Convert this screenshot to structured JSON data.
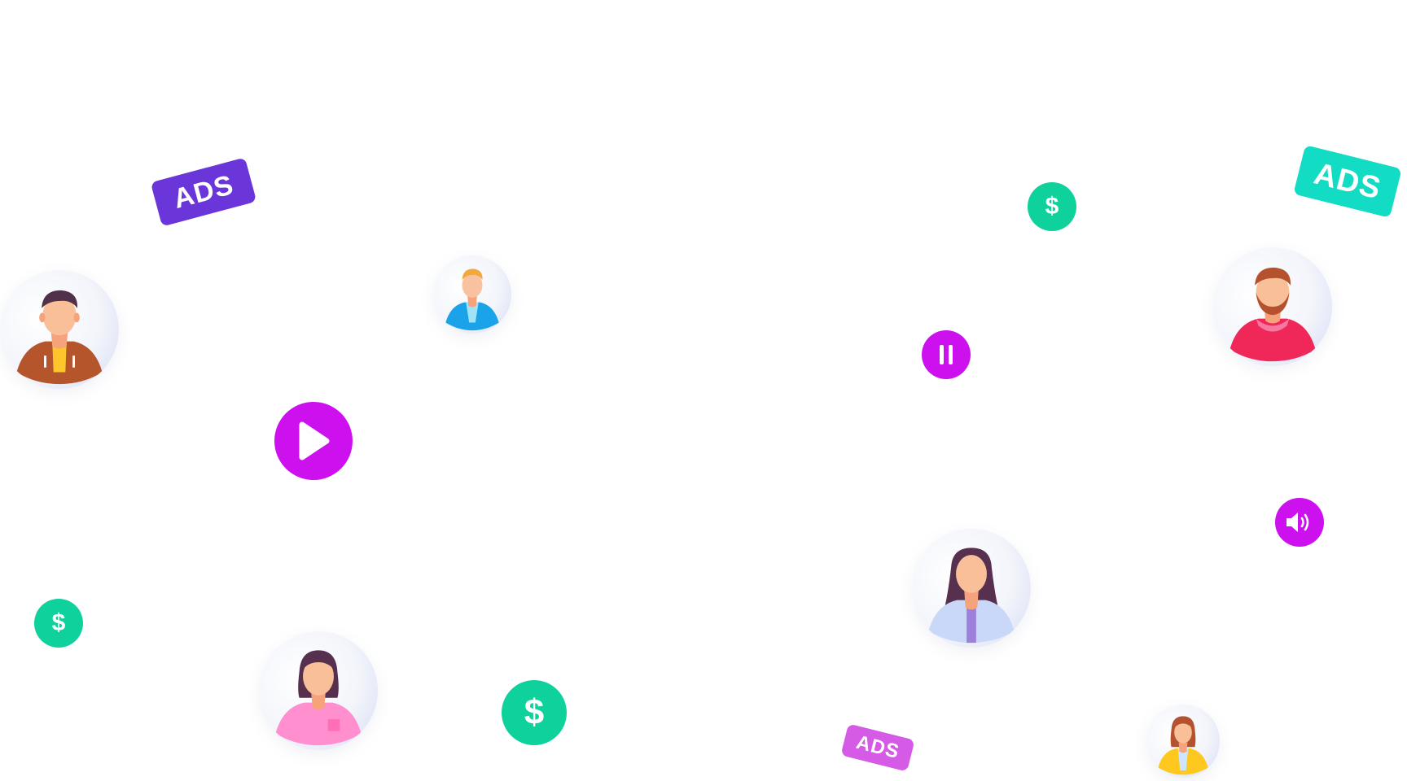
{
  "badges": {
    "ads_1": {
      "label": "ADS",
      "color": "#6a35d9"
    },
    "ads_2": {
      "label": "ADS",
      "color": "#12dcc4"
    },
    "ads_3": {
      "label": "ADS",
      "color": "#d55ae6"
    }
  },
  "money": {
    "symbol": "$",
    "color": "#0fd19b"
  },
  "media": {
    "color": "#cc11ee",
    "icons": [
      "play-icon",
      "pause-icon",
      "speaker-icon"
    ]
  }
}
